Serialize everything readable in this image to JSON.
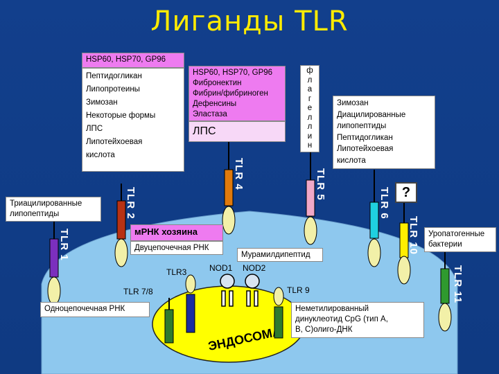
{
  "title": "Лиганды TLR",
  "colors": {
    "background": "#123f8c",
    "cell": "#8ec8ee",
    "endosome": "#ffff00",
    "title": "#ffeb00"
  },
  "receptors": {
    "tlr1": "TLR 1",
    "tlr2": "TLR 2",
    "tlr3": "TLR3",
    "tlr4": "TLR 4",
    "tlr5": "TLR 5",
    "tlr6": "TLR 6",
    "tlr78": "TLR 7/8",
    "tlr9": "TLR 9",
    "tlr10": "TLR 10",
    "tlr11": "TLR 11",
    "nod1": "NOD1",
    "nod2": "NOD2"
  },
  "boxes": {
    "tlr2_hsp": "HSP60, HSP70, GP96",
    "tlr2_list": [
      "Пептидогликан",
      "Липопротеины",
      "Зимозан",
      "Некоторые формы",
      "ЛПС",
      "Липотейхоевая",
      "кислота"
    ],
    "tlr4_hsp": [
      "HSP60, HSP70, GP96",
      "Фибронектин",
      "Фибрин/фибриноген",
      "Дефенсины",
      "Эластаза"
    ],
    "tlr4_lps": "ЛПС",
    "flagellin": [
      "ф",
      "л",
      "а",
      "г",
      "е",
      "л",
      "л",
      "и",
      "н"
    ],
    "tlr6_list": [
      "Зимозан",
      "Диацилированные",
      "липопептиды",
      "Пептидогликан",
      "Липотейхоевая",
      "кислота"
    ],
    "question": "?",
    "tlr1_list": [
      "Триацилированные",
      "липопептиды"
    ],
    "mrna": "мРНК хозяина",
    "dsrna": "Двуцепочечная РНК",
    "muramyl": "Мурамилдипептид",
    "uropathogenic": [
      "Уропатогенные",
      "бактерии"
    ],
    "ssrna": "Одноцепочечная РНК",
    "cpg": [
      "Неметилированный",
      "динуклеотид CpG (тип A,",
      "B, C)олиго-ДНК"
    ],
    "endosome": "ЭНДОСОМА"
  }
}
